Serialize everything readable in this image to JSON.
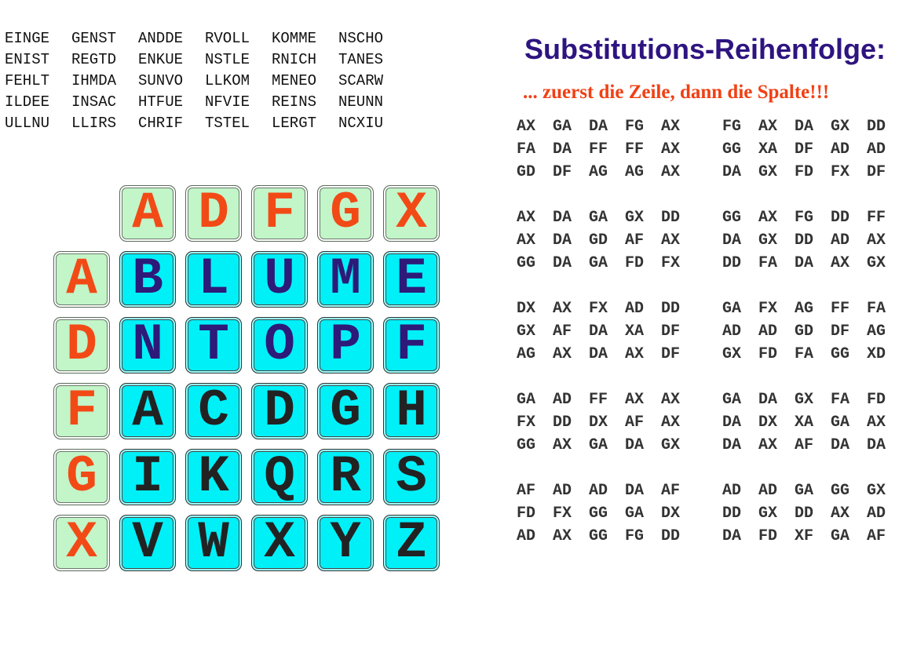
{
  "plaintext": [
    [
      "EINGE",
      "GENST",
      "ANDDE",
      "RVOLL",
      "KOMME",
      "NSCHO"
    ],
    [
      "ENIST",
      "REGTD",
      "ENKUE",
      "NSTLE",
      "RNICH",
      "TANES"
    ],
    [
      "FEHLT",
      "IHMDA",
      "SUNVO",
      "LLKOM",
      "MENEO",
      "SCARW"
    ],
    [
      "ILDEE",
      "INSAC",
      "HTFUE",
      "NFVIE",
      "REINS",
      "NEUNN"
    ],
    [
      "ULLNU",
      "LLIRS",
      "CHRIF",
      "TSTEL",
      "LERGT",
      "NCXIU"
    ]
  ],
  "grid": {
    "col_headers": [
      "A",
      "D",
      "F",
      "G",
      "X"
    ],
    "row_headers": [
      "A",
      "D",
      "F",
      "G",
      "X"
    ],
    "rows": [
      [
        "B",
        "L",
        "U",
        "M",
        "E"
      ],
      [
        "N",
        "T",
        "O",
        "P",
        "F"
      ],
      [
        "A",
        "C",
        "D",
        "G",
        "H"
      ],
      [
        "I",
        "K",
        "Q",
        "R",
        "S"
      ],
      [
        "V",
        "W",
        "X",
        "Y",
        "Z"
      ]
    ],
    "colors": {
      "header_text": "#f24a16",
      "header_bg": "#c2f5c8",
      "cell_bg": "#00f0f8",
      "cell_text_top": "#2e1a78",
      "cell_text_bottom": "#222222"
    }
  },
  "title": "Substitutions-Reihenfolge:",
  "subtitle": "... zuerst die Zeile, dann die Spalte!!!",
  "pairs": [
    [
      [
        "AX",
        "GA",
        "DA",
        "FG",
        "AX"
      ],
      [
        "FG",
        "AX",
        "DA",
        "GX",
        "DD"
      ]
    ],
    [
      [
        "FA",
        "DA",
        "FF",
        "FF",
        "AX"
      ],
      [
        "GG",
        "XA",
        "DF",
        "AD",
        "AD"
      ]
    ],
    [
      [
        "GD",
        "DF",
        "AG",
        "AG",
        "AX"
      ],
      [
        "DA",
        "GX",
        "FD",
        "FX",
        "DF"
      ]
    ],
    [
      [
        "AX",
        "DA",
        "GA",
        "GX",
        "DD"
      ],
      [
        "GG",
        "AX",
        "FG",
        "DD",
        "FF"
      ]
    ],
    [
      [
        "AX",
        "DA",
        "GD",
        "AF",
        "AX"
      ],
      [
        "DA",
        "GX",
        "DD",
        "AD",
        "AX"
      ]
    ],
    [
      [
        "GG",
        "DA",
        "GA",
        "FD",
        "FX"
      ],
      [
        "DD",
        "FA",
        "DA",
        "AX",
        "GX"
      ]
    ],
    [
      [
        "DX",
        "AX",
        "FX",
        "AD",
        "DD"
      ],
      [
        "GA",
        "FX",
        "AG",
        "FF",
        "FA"
      ]
    ],
    [
      [
        "GX",
        "AF",
        "DA",
        "XA",
        "DF"
      ],
      [
        "AD",
        "AD",
        "GD",
        "DF",
        "AG"
      ]
    ],
    [
      [
        "AG",
        "AX",
        "DA",
        "AX",
        "DF"
      ],
      [
        "GX",
        "FD",
        "FA",
        "GG",
        "XD"
      ]
    ],
    [
      [
        "GA",
        "AD",
        "FF",
        "AX",
        "AX"
      ],
      [
        "GA",
        "DA",
        "GX",
        "FA",
        "FD"
      ]
    ],
    [
      [
        "FX",
        "DD",
        "DX",
        "AF",
        "AX"
      ],
      [
        "DA",
        "DX",
        "XA",
        "GA",
        "AX"
      ]
    ],
    [
      [
        "GG",
        "AX",
        "GA",
        "DA",
        "GX"
      ],
      [
        "DA",
        "AX",
        "AF",
        "DA",
        "DA"
      ]
    ],
    [
      [
        "AF",
        "AD",
        "AD",
        "DA",
        "AF"
      ],
      [
        "AD",
        "AD",
        "GA",
        "GG",
        "GX"
      ]
    ],
    [
      [
        "FD",
        "FX",
        "GG",
        "GA",
        "DX"
      ],
      [
        "DD",
        "GX",
        "DD",
        "AX",
        "AD"
      ]
    ],
    [
      [
        "AD",
        "AX",
        "GG",
        "FG",
        "DD"
      ],
      [
        "DA",
        "FD",
        "XF",
        "GA",
        "AF"
      ]
    ]
  ]
}
